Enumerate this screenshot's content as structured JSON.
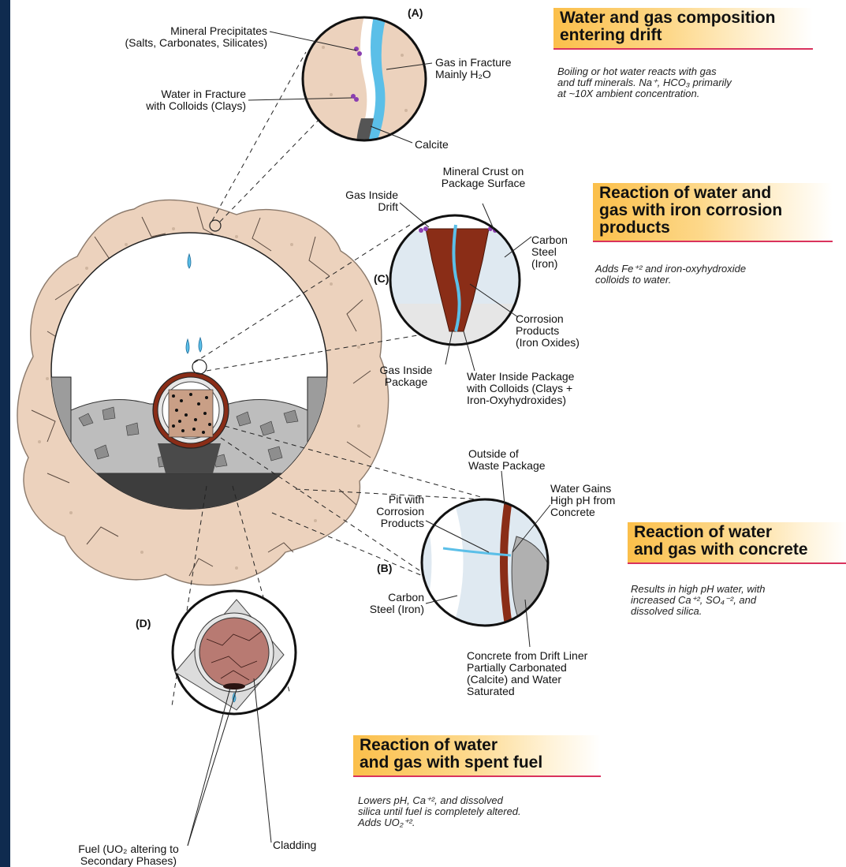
{
  "headings": {
    "a": {
      "line1": "Water and gas composition",
      "line2": "entering drift"
    },
    "c": {
      "line1": "Reaction of water and",
      "line2": "gas with iron corrosion",
      "line3": "products"
    },
    "b": {
      "line1": "Reaction of water",
      "line2": "and gas with concrete"
    },
    "d": {
      "line1": "Reaction of water",
      "line2": "and gas with spent fuel"
    }
  },
  "descriptions": {
    "a": {
      "line1": "Boiling or hot water reacts with gas",
      "line2": "and tuff minerals. Na⁺, HCO₃ primarily",
      "line3": "at ~10X ambient concentration."
    },
    "c": {
      "line1": "Adds Fe⁺² and iron-oxyhydroxide",
      "line2": "colloids to water."
    },
    "b": {
      "line1": "Results in high pH water, with",
      "line2": "increased Ca⁺², SO₄⁻², and",
      "line3": "dissolved silica."
    },
    "d": {
      "line1": "Lowers pH, Ca⁺², and dissolved",
      "line2": "silica until fuel is completely altered.",
      "line3": "Adds UO₂⁺²."
    }
  },
  "panel_tags": {
    "a": "(A)",
    "b": "(B)",
    "c": "(C)",
    "d": "(D)"
  },
  "labels_a": {
    "minerals": {
      "line1": "Mineral Precipitates",
      "line2": "(Salts, Carbonates, Silicates)"
    },
    "water": {
      "line1": "Water in Fracture",
      "line2": "with Colloids (Clays)"
    },
    "gas": {
      "line1": "Gas in Fracture",
      "line2": "Mainly H₂O"
    },
    "calcite": "Calcite"
  },
  "labels_c": {
    "gas_drift": {
      "line1": "Gas Inside",
      "line2": "Drift"
    },
    "crust": {
      "line1": "Mineral Crust on",
      "line2": "Package Surface"
    },
    "steel": {
      "line1": "Carbon",
      "line2": "Steel",
      "line3": "(Iron)"
    },
    "corrosion": {
      "line1": "Corrosion",
      "line2": "Products",
      "line3": "(Iron Oxides)"
    },
    "gas_package": {
      "line1": "Gas Inside",
      "line2": "Package"
    },
    "water_package": {
      "line1": "Water Inside Package",
      "line2": "with Colloids (Clays +",
      "line3": "Iron-Oxyhydroxides)"
    }
  },
  "labels_b": {
    "outside": {
      "line1": "Outside of",
      "line2": "Waste Package"
    },
    "high_ph": {
      "line1": "Water Gains",
      "line2": "High pH from",
      "line3": "Concrete"
    },
    "pit": {
      "line1": "Pit with",
      "line2": "Corrosion",
      "line3": "Products"
    },
    "steel": {
      "line1": "Carbon",
      "line2": "Steel (Iron)"
    },
    "concrete": {
      "line1": "Concrete from Drift Liner",
      "line2": "Partially Carbonated",
      "line3": "(Calcite) and Water",
      "line4": "Saturated"
    }
  },
  "labels_d": {
    "fuel": {
      "line1": "Fuel (UO₂ altering to",
      "line2": "Secondary Phases)"
    },
    "cladding": "Cladding"
  },
  "colors": {
    "rock": "#ecd2bd",
    "water": "#5bbfe8",
    "rust": "#8a2d17",
    "concrete": "#9c9c9c",
    "invert": "#3d3d3d",
    "fuel": "#b87a72",
    "steel": "#d9e4ee",
    "accent_line": "#d9325d",
    "frame": "#0f2b4f"
  }
}
